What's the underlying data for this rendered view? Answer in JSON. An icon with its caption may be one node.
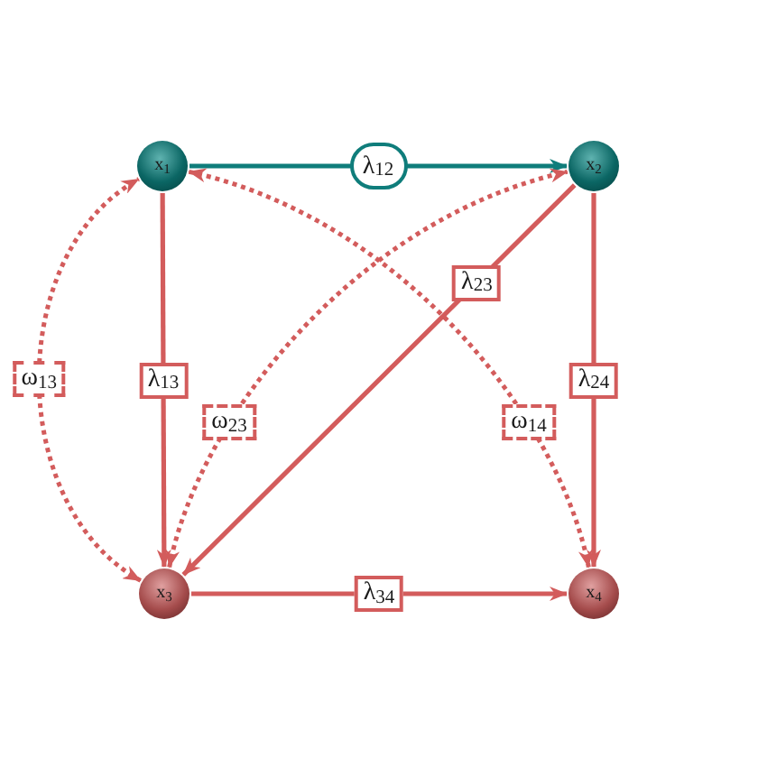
{
  "diagram": {
    "nodes": [
      {
        "text": [
          "x$_{1}$"
        ]
      },
      {
        "text": [
          "x$_{2}$"
        ]
      },
      {
        "text": [
          "x$_{3}$"
        ]
      },
      {
        "text": [
          "x$_{4}$"
        ]
      }
    ],
    "edges": [
      {
        "from": 0,
        "to": 1,
        "arrow": "to",
        "label": "λ$_{12}$",
        "color": "#0f7d7b"
      },
      {
        "from": 0,
        "to": 2,
        "arrow": "to",
        "label": "λ$_{13}$"
      },
      {
        "from": 1,
        "to": 2,
        "arrow": "to",
        "label": "λ$_{23}$"
      },
      {
        "from": 1,
        "to": 3,
        "arrow": "to",
        "label": "λ$_{24}$"
      },
      {
        "from": 2,
        "to": 3,
        "arrow": "to",
        "label": "λ$_{34}$"
      },
      {
        "from": 2,
        "to": 0,
        "arrow": "both",
        "label": "ω$_{13}$",
        "style": "dashed"
      },
      {
        "from": 2,
        "to": 1,
        "arrow": "both",
        "label": "ω$_{23}$",
        "style": "dashed"
      },
      {
        "from": 0,
        "to": 3,
        "arrow": "both",
        "label": "ω$_{14}$",
        "style": "dashed"
      }
    ]
  }
}
